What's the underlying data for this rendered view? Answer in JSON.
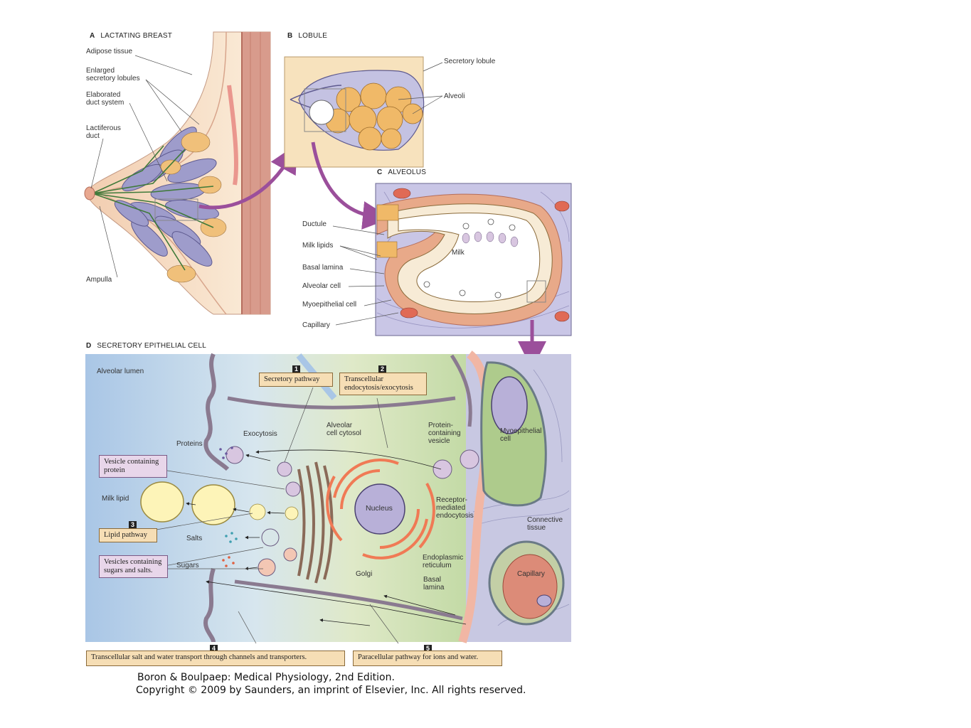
{
  "panel_a": {
    "letter": "A",
    "title": "LACTATING BREAST",
    "labels": {
      "adipose": "Adipose tissue",
      "enlarged1": "Enlarged",
      "enlarged2": "secretory lobules",
      "elaborated1": "Elaborated",
      "elaborated2": "duct system",
      "lactiferous1": "Lactiferous",
      "lactiferous2": "duct",
      "ampulla": "Ampulla"
    }
  },
  "panel_b": {
    "letter": "B",
    "title": "LOBULE",
    "labels": {
      "secretory_lobule": "Secretory lobule",
      "alveoli": "Alveoli"
    }
  },
  "panel_c": {
    "letter": "C",
    "title": "ALVEOLUS",
    "labels": {
      "ductule": "Ductule",
      "milk_lipids": "Milk lipids",
      "basal_lamina": "Basal lamina",
      "alveolar_cell": "Alveolar cell",
      "myoepithelial_cell": "Myoepithelial cell",
      "capillary": "Capillary",
      "milk": "Milk"
    }
  },
  "panel_d": {
    "letter": "D",
    "title": "SECRETORY EPITHELIAL CELL",
    "labels": {
      "alveolar_lumen": "Alveolar lumen",
      "proteins": "Proteins",
      "exocytosis": "Exocytosis",
      "alveolar_cytosol1": "Alveolar",
      "alveolar_cytosol2": "cell cytosol",
      "protein_vesicle1": "Protein-",
      "protein_vesicle2": "containing",
      "protein_vesicle3": "vesicle",
      "myoepithelial1": "Myoepithelial",
      "myoepithelial2": "cell",
      "milk_lipid": "Milk lipid",
      "nucleus": "Nucleus",
      "receptor1": "Receptor-",
      "receptor2": "mediated",
      "receptor3": "endocytosis",
      "connective1": "Connective",
      "connective2": "tissue",
      "salts": "Salts",
      "sugars": "Sugars",
      "golgi": "Golgi",
      "er1": "Endoplasmic",
      "er2": "reticulum",
      "capillary": "Capillary",
      "basal1": "Basal",
      "basal2": "lamina"
    },
    "boxes": {
      "b1_num": "1",
      "b1": "Secretory pathway",
      "b2_num": "2",
      "b2_line1": "Transcellular",
      "b2_line2": "endocytosis/exocytosis",
      "b3_num": "3",
      "b3": "Lipid pathway",
      "vesicle_protein1": "Vesicle containing",
      "vesicle_protein2": "protein",
      "vesicle_sugar1": "Vesicles containing",
      "vesicle_sugar2": "sugars and salts.",
      "b4_num": "4",
      "b4": "Transcellular salt and water transport through channels and transporters.",
      "b5_num": "5",
      "b5": "Paracellular pathway for ions and water."
    }
  },
  "caption": {
    "line1": "Boron & Boulpaep: Medical Physiology, 2nd Edition.",
    "line2": "Copyright © 2009 by Saunders, an imprint of Elsevier, Inc. All rights reserved."
  },
  "colors": {
    "skin": "#f3d3b8",
    "fat": "#fbefd6",
    "lobule_purple": "#9e9ccb",
    "alveolus_orange": "#f0b968",
    "cytosol_green": "#b8d39a",
    "lumen_blue": "#bcd3ea",
    "arrow_purple": "#9b4f9b"
  }
}
